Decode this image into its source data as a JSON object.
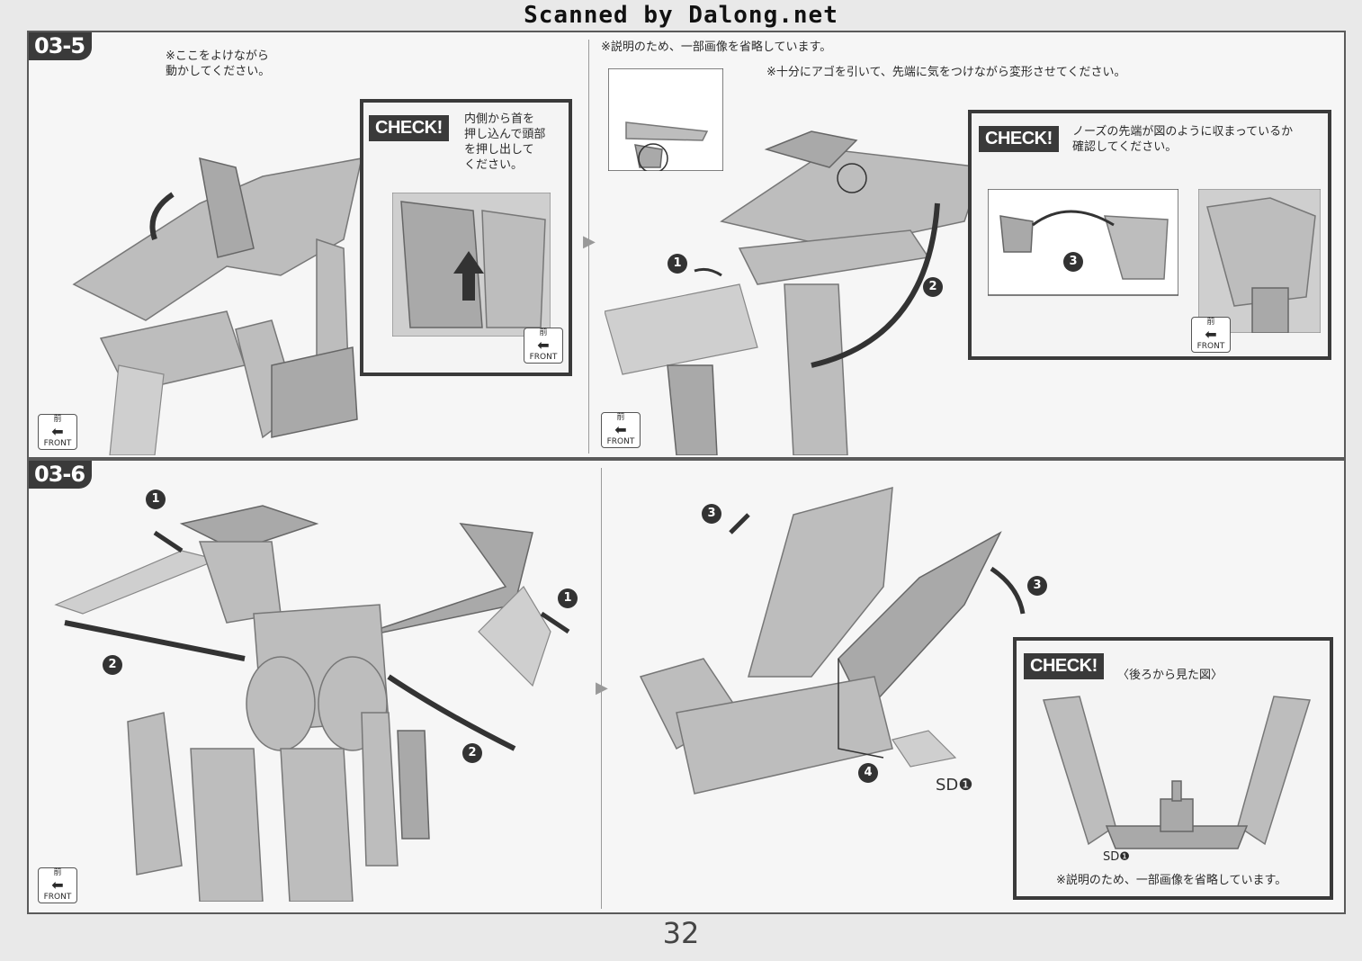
{
  "watermark": "Scanned by Dalong.net",
  "page_number": "32",
  "front_badge": {
    "kanji": "前",
    "label": "FRONT"
  },
  "check_label": "CHECK!",
  "step_03_5": {
    "label": "03-5",
    "note_avoid": "※ここをよけながら\n動かしてください。",
    "check_text": "内側から首を\n押し込んで頭部\nを押し出して\nください。",
    "note_omit": "※説明のため、一部画像を省略しています。",
    "note_jaw": "※十分にアゴを引いて、先端に気をつけながら変形させてください。",
    "check2_text": "ノーズの先端が図のように収まっているか\n確認してください。"
  },
  "step_03_6": {
    "label": "03-6",
    "check_caption": "〈後ろから見た図〉",
    "sd_part": "SD❶",
    "note_omit": "※説明のため、一部画像を省略しています。"
  },
  "icons": [
    "front-arrow-icon",
    "step-arrow-icon"
  ]
}
